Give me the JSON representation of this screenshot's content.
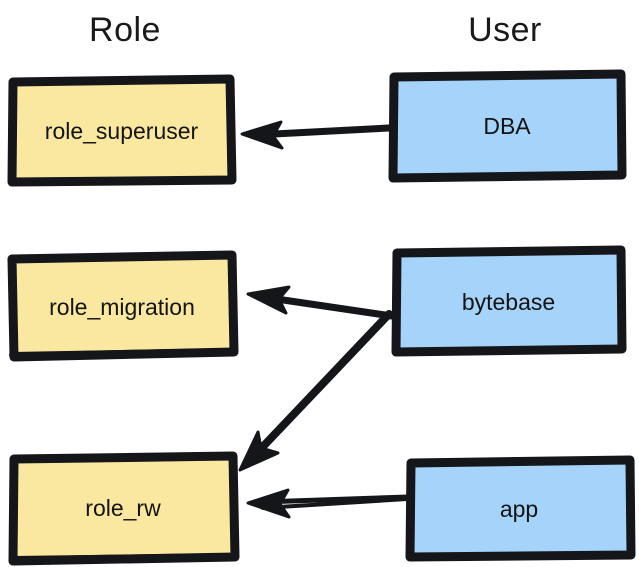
{
  "diagram": {
    "type": "relationship-diagram",
    "columns": [
      {
        "id": "role",
        "title": "Role"
      },
      {
        "id": "user",
        "title": "User"
      }
    ],
    "colors": {
      "role_fill": "#fae8a0",
      "user_fill": "#a5d3fa",
      "stroke": "#15161a",
      "background": "#ffffff",
      "text": "#141414"
    },
    "nodes": [
      {
        "id": "role_superuser",
        "label": "role_superuser",
        "column": "role",
        "fill": "#fae8a0"
      },
      {
        "id": "role_migration",
        "label": "role_migration",
        "column": "role",
        "fill": "#fae8a0"
      },
      {
        "id": "role_rw",
        "label": "role_rw",
        "column": "role",
        "fill": "#fae8a0"
      },
      {
        "id": "dba",
        "label": "DBA",
        "column": "user",
        "fill": "#a5d3fa"
      },
      {
        "id": "bytebase",
        "label": "bytebase",
        "column": "user",
        "fill": "#a5d3fa"
      },
      {
        "id": "app",
        "label": "app",
        "column": "user",
        "fill": "#a5d3fa"
      }
    ],
    "edges": [
      {
        "id": "dba-to-role-superuser",
        "from": "dba",
        "to": "role_superuser",
        "style": "arrow"
      },
      {
        "id": "bytebase-to-role-migration",
        "from": "bytebase",
        "to": "role_migration",
        "style": "arrow"
      },
      {
        "id": "bytebase-to-role-rw",
        "from": "bytebase",
        "to": "role_rw",
        "style": "arrow"
      },
      {
        "id": "app-to-role-rw",
        "from": "app",
        "to": "role_rw",
        "style": "arrow"
      }
    ]
  }
}
